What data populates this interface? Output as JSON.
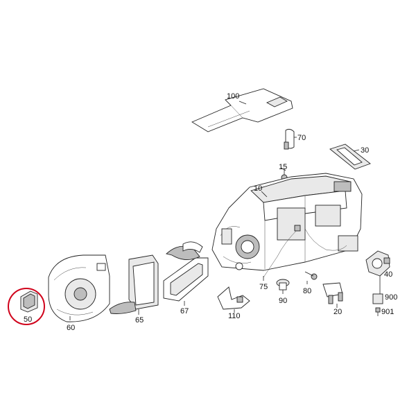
{
  "highlight_color": "#d0021b",
  "callouts": {
    "p100": "100",
    "p70": "70",
    "p30": "30",
    "p15": "15",
    "p10": "10",
    "p75": "75",
    "p90": "90",
    "p80": "80",
    "p20": "20",
    "p40": "40",
    "p900": "900",
    "p901": "901",
    "p110": "110",
    "p67": "67",
    "p65": "65",
    "p60": "60",
    "p50": "50"
  }
}
